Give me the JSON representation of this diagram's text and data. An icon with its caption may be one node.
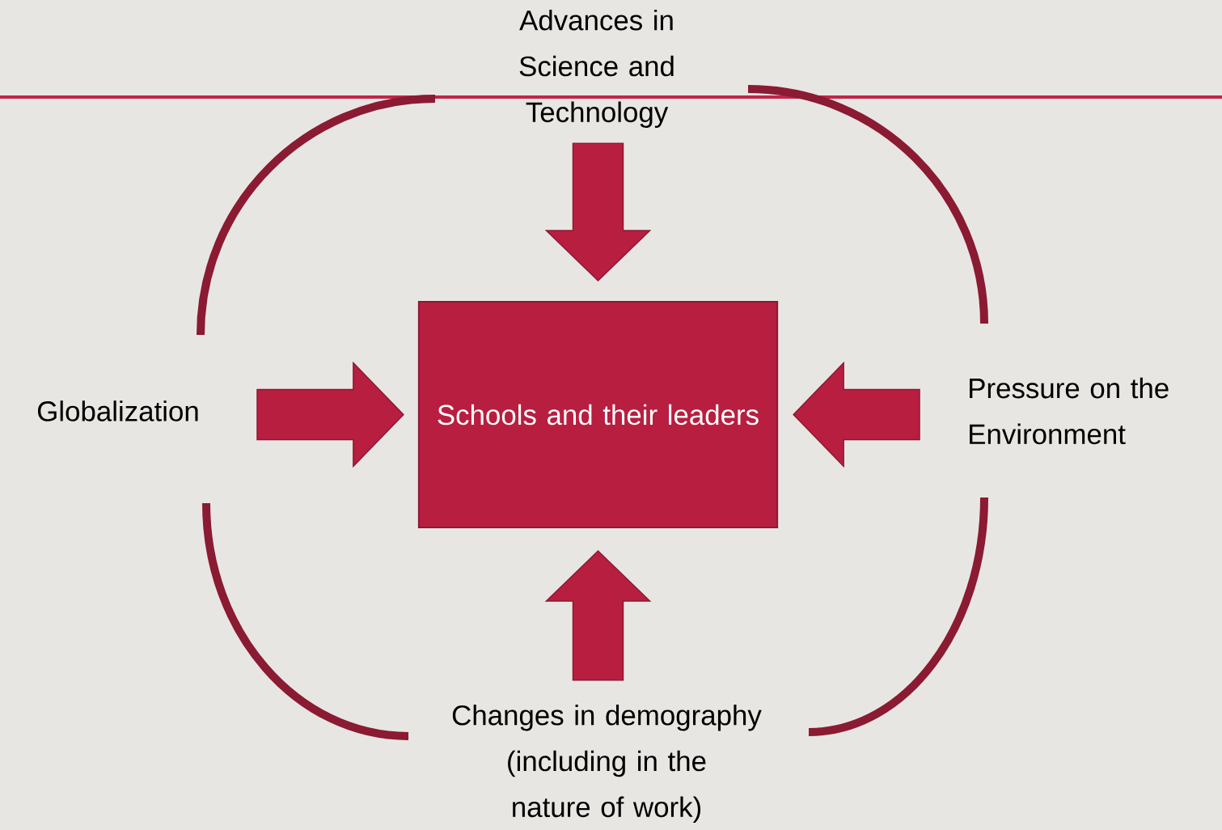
{
  "diagram": {
    "nodes": [
      {
        "text": [
          "Schools and their leaders"
        ]
      },
      {
        "text": [
          "Advances in Science and Technology"
        ]
      },
      {
        "text": [
          "Globalization"
        ]
      },
      {
        "text": [
          "Pressure on the Environment"
        ]
      },
      {
        "text": [
          "Changes in demography (including in the nature of work)"
        ]
      }
    ],
    "edges": [
      {
        "from": 1,
        "to": 0,
        "arrow": "to",
        "style": "thick"
      },
      {
        "from": 2,
        "to": 0,
        "arrow": "to",
        "style": "thick"
      },
      {
        "from": 3,
        "to": 0,
        "arrow": "to",
        "style": "thick"
      },
      {
        "from": 4,
        "to": 0,
        "arrow": "to",
        "style": "thick"
      },
      {
        "from": 1,
        "to": 2,
        "arrow": "none"
      },
      {
        "from": 1,
        "to": 3,
        "arrow": "none"
      },
      {
        "from": 2,
        "to": 4,
        "arrow": "none"
      },
      {
        "from": 3,
        "to": 4,
        "arrow": "none"
      }
    ]
  }
}
